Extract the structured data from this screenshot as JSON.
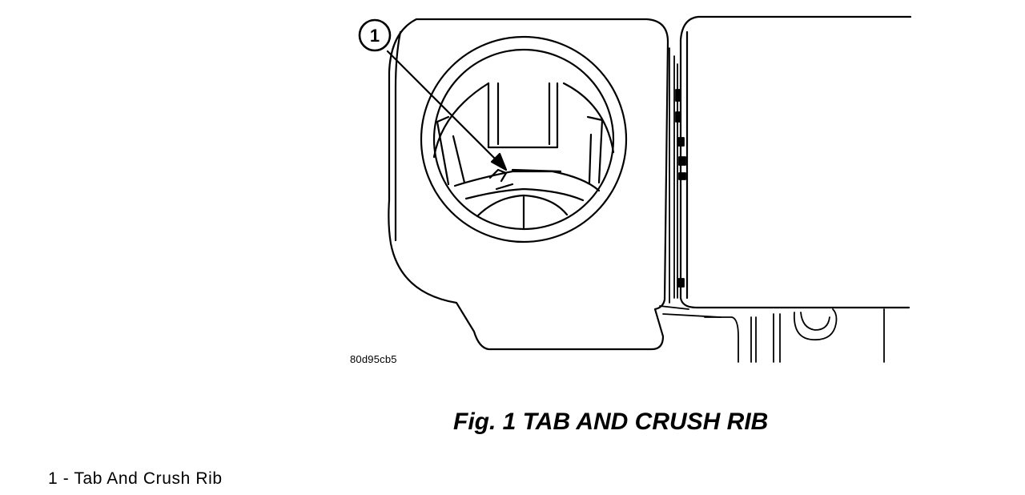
{
  "figure": {
    "callout_number": "1",
    "drawing_id": "80d95cb5",
    "caption": "Fig.  1 TAB AND CRUSH RIB",
    "legend": [
      {
        "text": "1 - Tab And Crush Rib"
      }
    ]
  }
}
